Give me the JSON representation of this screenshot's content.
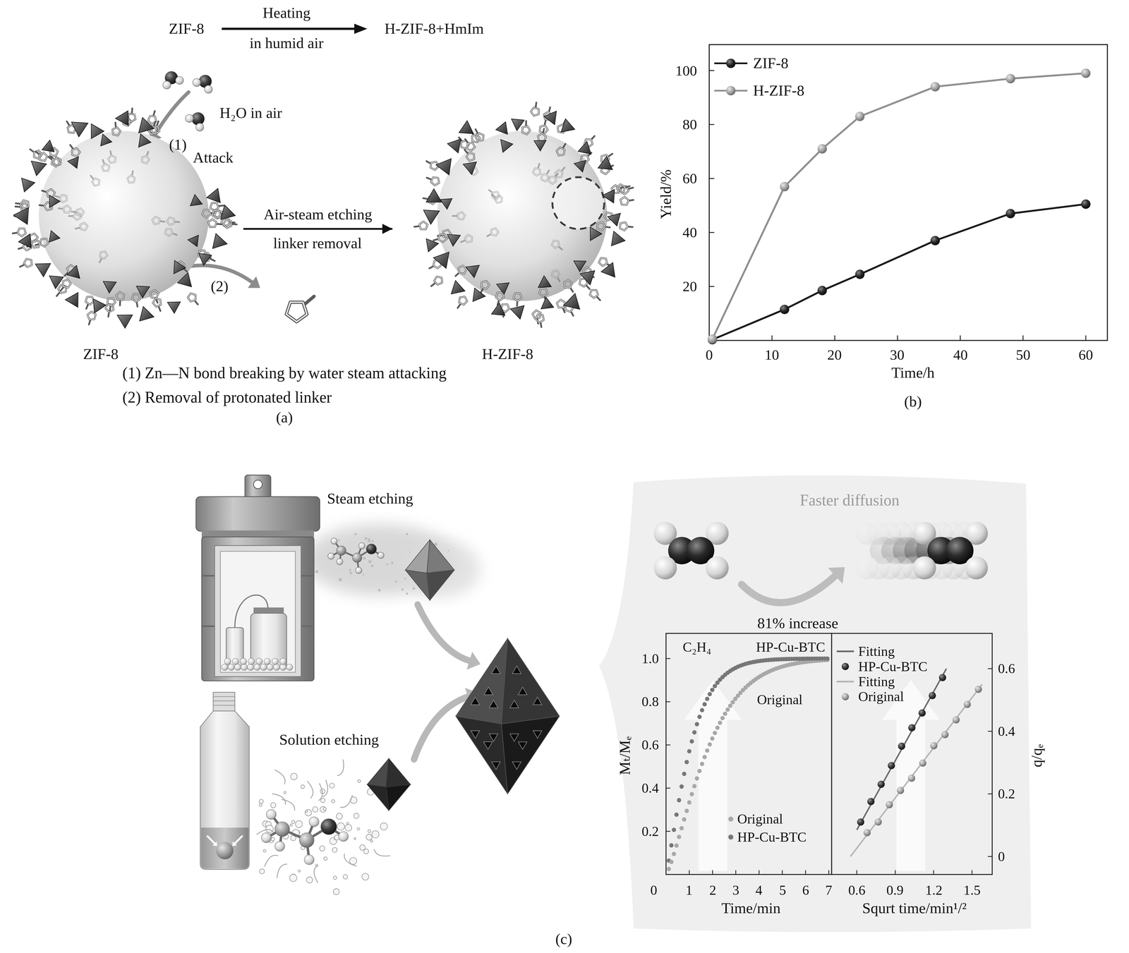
{
  "diagram": {
    "nodes": [
      {
        "text": [
          "ZIF-8"
        ]
      },
      {
        "text": [
          "H-ZIF-8"
        ]
      },
      {
        "text": [
          "Steam etching"
        ]
      },
      {
        "text": [
          "Solution etching"
        ]
      }
    ],
    "edges": [
      {
        "from": 0,
        "to": 1,
        "label": "Air-steam etching",
        "arrow": "to"
      }
    ],
    "labels": [
      "ZIF-8",
      "Heating",
      "in humid air",
      "H-ZIF-8+HmIm",
      "H₂O in air",
      "(1)",
      "Attack",
      "linker removal",
      "(2)",
      "(1) Zn—N bond breaking by water steam attacking",
      "(2) Removal of protonated linker",
      "(a)",
      "100",
      "80",
      "60",
      "40",
      "20",
      "0",
      "10",
      "20",
      "30",
      "40",
      "50",
      "60",
      "Yield/%",
      "Time/h",
      "(b)",
      "Faster diffusion",
      "81% increase",
      "C₂H₄",
      "HP-Cu-BTC",
      "Original",
      "1.0",
      "0.8",
      "0.6",
      "0.4",
      "0.2",
      "0",
      "1",
      "2",
      "3",
      "4",
      "5",
      "6",
      "7",
      "Mₜ/Mₑ",
      "Time/min",
      "0.6",
      "0.9",
      "1.2",
      "1.5",
      "0.6",
      "0.4",
      "0.2",
      "0",
      "q/qₑ",
      "Squrt time/min¹/²",
      "(c)"
    ],
    "legend": [
      {
        "text": "ZIF-8"
      },
      {
        "text": "H-ZIF-8"
      },
      {
        "text": "Original"
      },
      {
        "text": "HP-Cu-BTC"
      },
      {
        "text": "Fitting"
      },
      {
        "text": "HP-Cu-BTC"
      },
      {
        "text": "Fitting"
      },
      {
        "text": "Original"
      }
    ]
  }
}
